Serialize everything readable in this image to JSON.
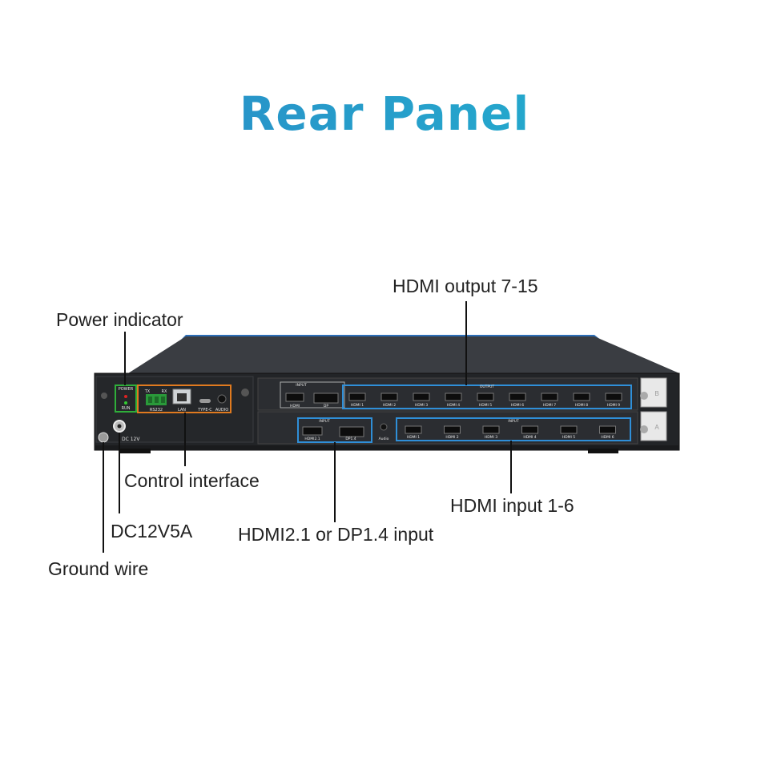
{
  "title": "Rear Panel",
  "callouts": {
    "hdmi_output": "HDMI output 7-15",
    "power_indicator": "Power indicator",
    "control_interface": "Control interface",
    "hdmi_input": "HDMI input 1-6",
    "dc_power": "DC12V5A",
    "hdmi21_dp_input": "HDMI2.1 or DP1.4 input",
    "ground_wire": "Ground wire"
  },
  "panel_text": {
    "power": "POWER",
    "run": "RUN",
    "tx": "TX",
    "rx": "RX",
    "rs232": "RS232",
    "lan": "LAN",
    "type_c": "TYPE-C",
    "audio": "AUDIO",
    "dc12v": "DC 12V",
    "input": "INPUT",
    "output": "OUTPUT",
    "hdmi": "HDMI",
    "dp": "DP",
    "hdmi21": "HDMI2.1",
    "dp14": "DP1.4",
    "audio_small": "Audio",
    "card_b": "B",
    "card_a": "A",
    "upper_outputs": [
      "HDMI 1",
      "HDMI 2",
      "HDMI 3",
      "HDMI 4",
      "HDMI 5",
      "HDMI 6",
      "HDMI 7",
      "HDMI 8",
      "HDMI 9"
    ],
    "lower_inputs": [
      "HDMI 1",
      "HDMI 2",
      "HDMI 3",
      "HDMI 4",
      "HDMI 5",
      "HDMI 6"
    ]
  },
  "colors": {
    "title_start": "#2a86c6",
    "title_end": "#22b6cf",
    "highlight_blue": "#2f8fd8",
    "highlight_green": "#2fae3a",
    "highlight_orange": "#e07a1f",
    "chassis": "#222427",
    "rack_ear": "#2d6fb8"
  }
}
